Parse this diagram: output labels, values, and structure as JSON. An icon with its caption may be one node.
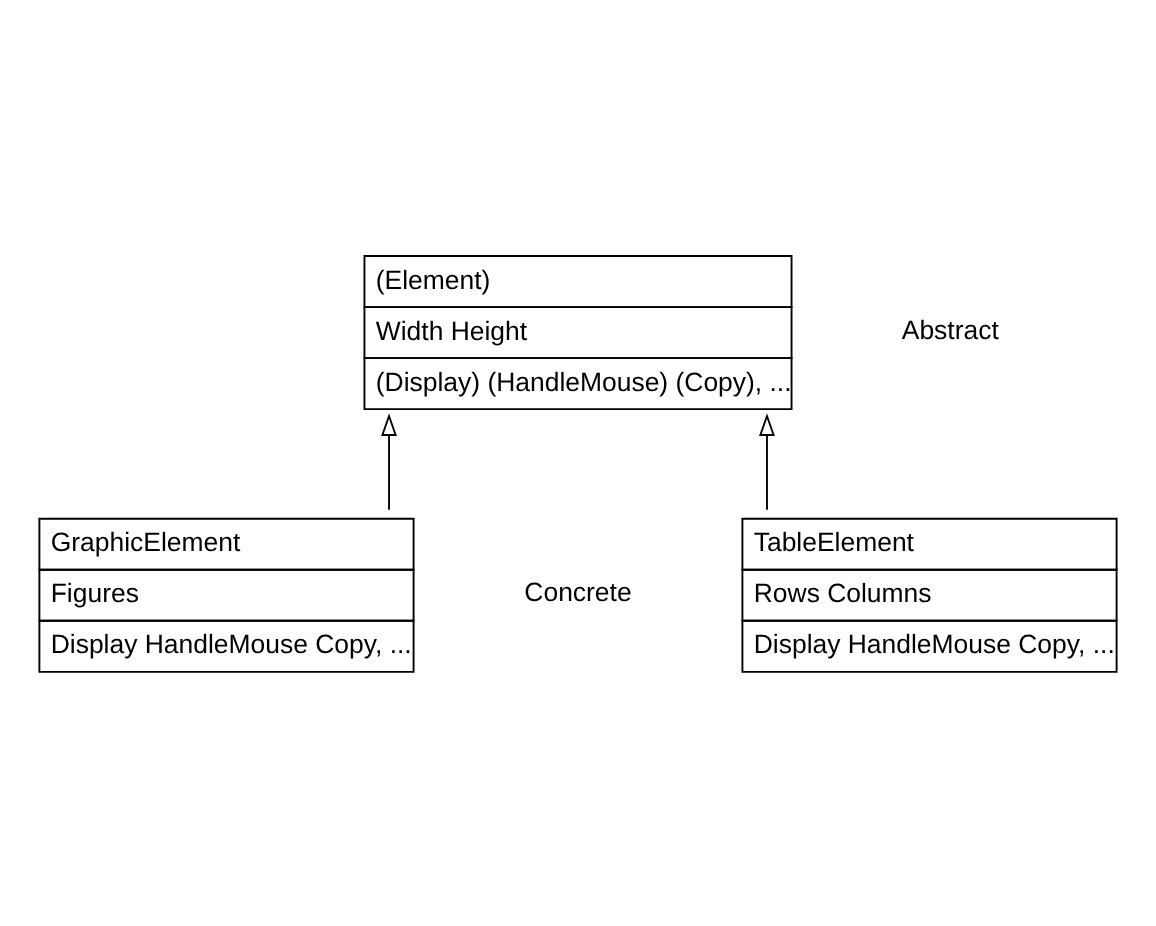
{
  "diagram": {
    "nodes": [
      {
        "text": [
          "(Element)",
          "Width Height",
          "(Display) (HandleMouse) (Copy), ..."
        ]
      },
      {
        "text": [
          "GraphicElement",
          "Figures",
          "Display HandleMouse Copy, ..."
        ]
      },
      {
        "text": [
          "TableElement",
          "Rows Columns",
          "Display HandleMouse Copy, ..."
        ]
      }
    ],
    "edges": [
      {
        "from": 1,
        "to": 0,
        "arrow": "to"
      },
      {
        "from": 2,
        "to": 0,
        "arrow": "to"
      }
    ],
    "labels": [
      "Abstract",
      "Concrete"
    ]
  }
}
